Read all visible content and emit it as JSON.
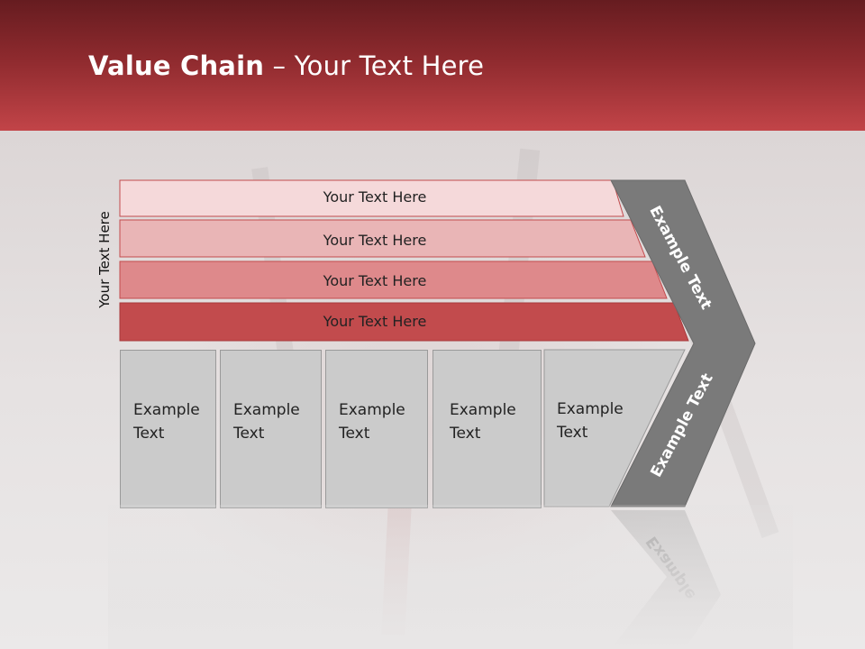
{
  "slide": {
    "title_bold": "Value Chain",
    "title_rest": " – Your Text Here",
    "y_label": "Your Text Here"
  },
  "bars": [
    {
      "label": "Your Text Here",
      "color": "#f5d9da"
    },
    {
      "label": "Your Text Here",
      "color": "#e9b5b6"
    },
    {
      "label": "Your Text Here",
      "color": "#de898b"
    },
    {
      "label": "Your Text Here",
      "color": "#c24b4d"
    }
  ],
  "columns": [
    {
      "line1": "Example",
      "line2": "Text"
    },
    {
      "line1": "Example",
      "line2": "Text"
    },
    {
      "line1": "Example",
      "line2": "Text"
    },
    {
      "line1": "Example",
      "line2": "Text"
    },
    {
      "line1": "Example",
      "line2": "Text"
    }
  ],
  "chevron": {
    "top_label": "Example Text",
    "bottom_label": "Example Text",
    "color": "#7a7a7a"
  },
  "colors": {
    "header_dark": "#661c20",
    "header_light": "#c24448",
    "box_fill": "#cbcbcb"
  }
}
